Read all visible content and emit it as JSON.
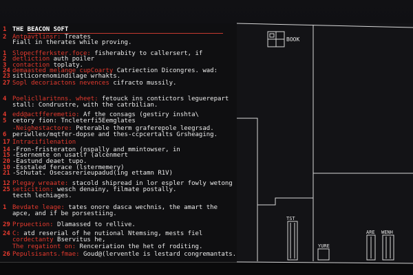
{
  "editor": {
    "title": "THE BEACON SOFT",
    "lines": [
      {
        "n": "1",
        "k": "",
        "v": "THE BEACON SOFT",
        "cls": "title-line"
      },
      {
        "n": "2",
        "k": "Antpavtlinsr: ",
        "v": "Treates"
      },
      {
        "n": "",
        "k": "",
        "v": "Fiall in therates while proving."
      },
      {
        "n": "1",
        "k": "Slopecfferkster.foce: ",
        "v": "fisherabity to callersert, if"
      },
      {
        "n": "2",
        "k": "detliction ",
        "v": "auth poiler"
      },
      {
        "n": "3",
        "k": "contaction ",
        "v": "toplaty."
      },
      {
        "n": "24",
        "k": "demaasted melange cupCoarty ",
        "v": "Catriection Dicongres. wad:"
      },
      {
        "n": "23",
        "k": "",
        "v": "sitlicorenomindilage wrhakts."
      },
      {
        "n": "27",
        "k": "Sopl decoriactons nevences ",
        "v": "cifracto mussily."
      },
      {
        "n": "4",
        "k": "Poelicllaritnns. wheet: ",
        "v": "fetouck ins contictors leguerepart"
      },
      {
        "n": "",
        "k": "",
        "v": "stall: Condrustre, with the catrbilian."
      },
      {
        "n": "4",
        "k": "edd@actfferemetio: ",
        "v": "Af the consags (gestiry inshta\\"
      },
      {
        "n": "5",
        "k": "",
        "v": "cetory fion: Tncleterfi5Eemglates"
      },
      {
        "n": "",
        "k": "-Neighestactore: ",
        "v": "Peterable therm graferepole leegrsad."
      },
      {
        "n": "6",
        "k": "",
        "v": "periwlles/mqtfer-dopse and thes-ccpcertalts Grsheaging."
      },
      {
        "n": "17",
        "k": "Intracifilenation",
        "v": ""
      },
      {
        "n": "14",
        "k": "",
        "v": "-Fron-fristeraton (nspally and mmintowser, in"
      },
      {
        "n": "15",
        "k": "",
        "v": "-Esernemte on usatlf (alcenmert"
      },
      {
        "n": "20",
        "k": "",
        "v": "-Eastund deaet tupo."
      },
      {
        "n": "10",
        "k": "",
        "v": "-Esstaled ferace (lstermemery)"
      },
      {
        "n": "21",
        "k": "",
        "v": "-Schutat. Osecasrerieupadud(ing ettamn R1V)"
      },
      {
        "n": "12",
        "k": "Plegay wreaate: ",
        "v": "stacold shipread in lor espler fowly wetong"
      },
      {
        "n": "25",
        "k": "seticition: ",
        "v": "wesch denainy, filmate postally."
      },
      {
        "n": "",
        "k": "",
        "v": "tecth lechiages."
      },
      {
        "n": "1",
        "k": "Bevdate leage: ",
        "v": "tates onore dasca wechnis, the amart the"
      },
      {
        "n": "",
        "k": "",
        "v": "apce, and if be porsestiing."
      },
      {
        "n": "29",
        "k": "Prpuection: ",
        "v": "Dlamassed to rellive."
      },
      {
        "n": "24",
        "k": "C:    ",
        "v": "atd reserial of he nutional Ntemsing, mests fiel"
      },
      {
        "n": "",
        "k": "cordectanty ",
        "v": "Bservitus he,"
      },
      {
        "n": "",
        "k": "The regationt on: ",
        "v": "Renceriation the het of roditing."
      },
      {
        "n": "26",
        "k": "Pepulsisants.fmae: ",
        "v": "Goud@(lerventle is lestard congremantats."
      }
    ]
  },
  "drawing": {
    "labels": {
      "book": "BOOK",
      "tst": "TST",
      "yure": "YURE",
      "are": "ARE",
      "wenh": "WENH"
    }
  }
}
